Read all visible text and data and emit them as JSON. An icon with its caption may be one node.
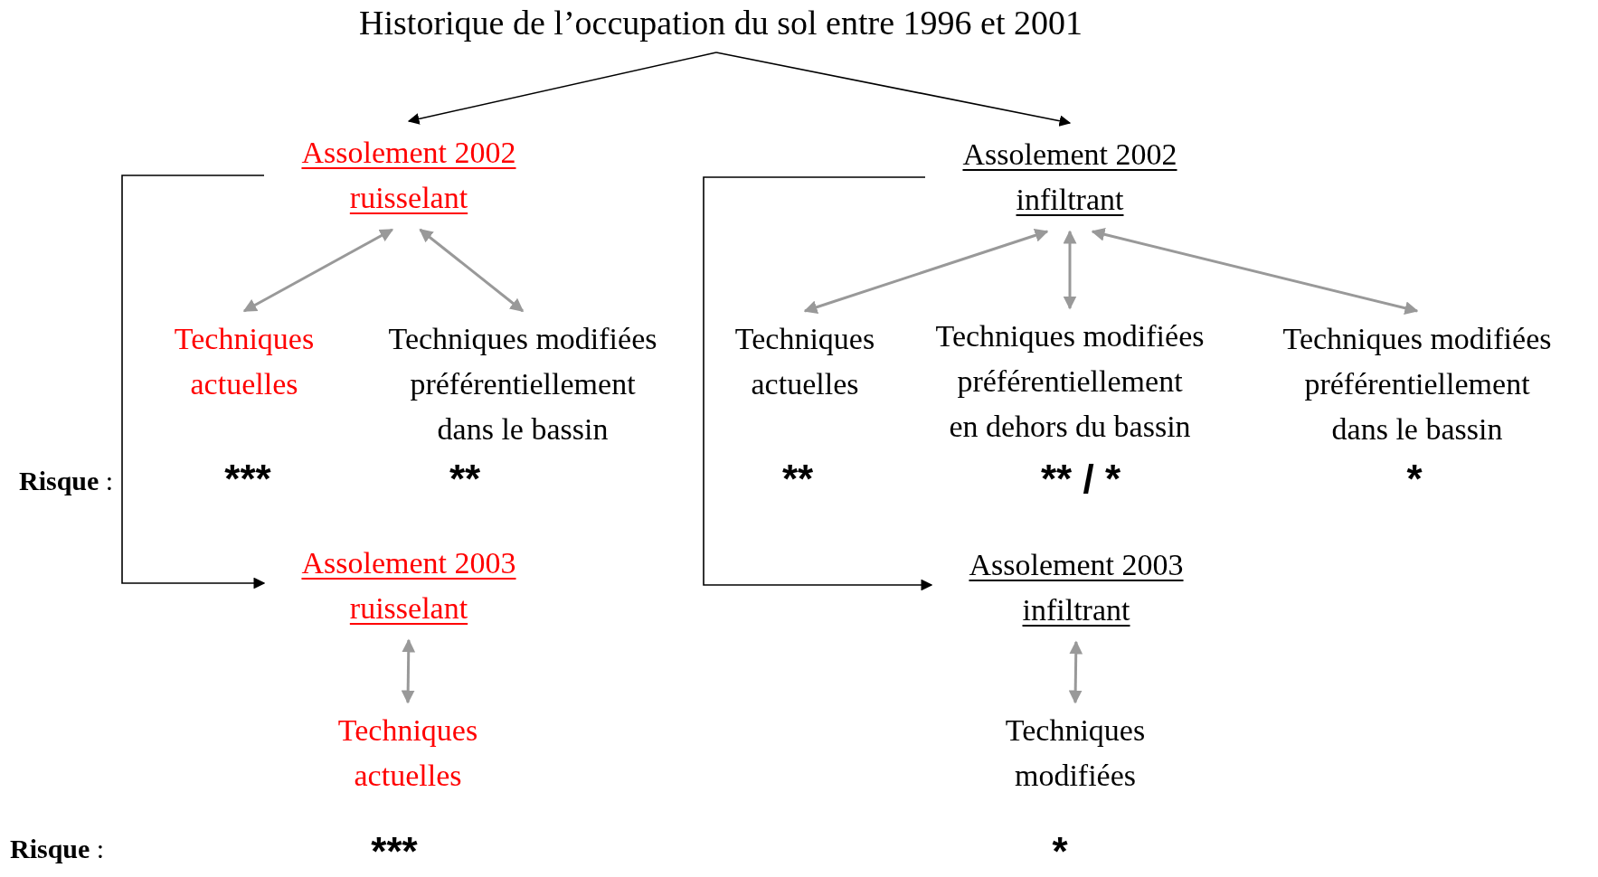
{
  "diagram": {
    "nodes": [
      {
        "text": [
          "Historique de l’occupation du sol entre 1996 et 2001"
        ]
      },
      {
        "text": [
          "Assolement 2002 ruisselant"
        ]
      },
      {
        "text": [
          "Assolement 2002 infiltrant"
        ]
      },
      {
        "text": [
          "Techniques actuelles"
        ]
      },
      {
        "text": [
          "Techniques modifiées préférentiellement dans le bassin"
        ]
      },
      {
        "text": [
          "Techniques actuelles"
        ]
      },
      {
        "text": [
          "Techniques modifiées préférentiellement en dehors du bassin"
        ]
      },
      {
        "text": [
          "Techniques modifiées préférentiellement dans le bassin"
        ]
      },
      {
        "text": [
          "Assolement 2003 ruisselant"
        ]
      },
      {
        "text": [
          "Assolement 2003 infiltrant"
        ]
      },
      {
        "text": [
          "Techniques actuelles"
        ]
      },
      {
        "text": [
          "Techniques modifiées"
        ]
      }
    ],
    "edges": [
      {
        "from": 0,
        "to": 1,
        "arrow": "to",
        "color": "#000000"
      },
      {
        "from": 0,
        "to": 2,
        "arrow": "to",
        "color": "#000000"
      },
      {
        "from": 1,
        "to": 3,
        "arrow": "both"
      },
      {
        "from": 1,
        "to": 4,
        "arrow": "both"
      },
      {
        "from": 2,
        "to": 5,
        "arrow": "both"
      },
      {
        "from": 2,
        "to": 6,
        "arrow": "both"
      },
      {
        "from": 2,
        "to": 7,
        "arrow": "both"
      },
      {
        "from": 1,
        "to": 8,
        "arrow": "to",
        "color": "#000000"
      },
      {
        "from": 2,
        "to": 9,
        "arrow": "to",
        "color": "#000000"
      },
      {
        "from": 8,
        "to": 10,
        "arrow": "both"
      },
      {
        "from": 9,
        "to": 11,
        "arrow": "both"
      }
    ],
    "labels": [
      "**Risque** :",
      "***",
      "**",
      "**",
      "** / *",
      "*",
      "**Risque** :",
      "***",
      "*"
    ]
  }
}
